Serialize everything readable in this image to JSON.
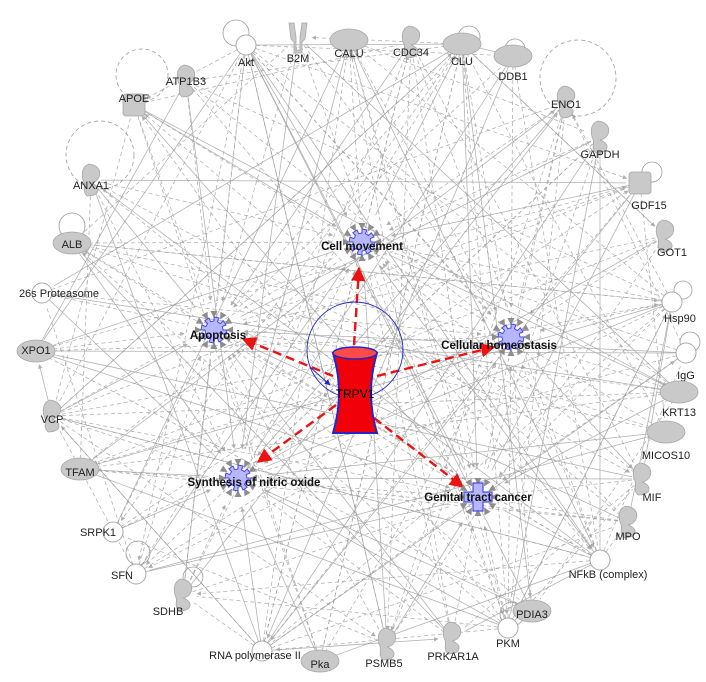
{
  "colors": {
    "node_fill": "#c9c9c9",
    "node_stroke": "#a8a8a8",
    "edge": "#9c9c9c",
    "center_fill": "#f2000a",
    "center_stroke": "#2626c8",
    "function_fill": "#b7b7ff",
    "function_stroke": "#4a4ae0",
    "highlight_edge": "#ee1111"
  },
  "center": {
    "label": "TRPV1"
  },
  "functions": [
    {
      "id": "cell-movement",
      "label": "Cell movement",
      "shape": "gear"
    },
    {
      "id": "apoptosis",
      "label": "Apoptosis",
      "shape": "gear"
    },
    {
      "id": "cellular-homeostasis",
      "label": "Cellular homeostasis",
      "shape": "gear"
    },
    {
      "id": "synthesis-of-nitric-oxide",
      "label": "Synthesis of nitric oxide",
      "shape": "gear"
    },
    {
      "id": "genital-tract-cancer",
      "label": "Genital tract cancer",
      "shape": "cross"
    }
  ],
  "molecules": [
    {
      "label": "Akt",
      "shape": "circle"
    },
    {
      "label": "B2M",
      "shape": "receptor"
    },
    {
      "label": "CALU",
      "shape": "ellipse"
    },
    {
      "label": "CDC34",
      "shape": "enzyme"
    },
    {
      "label": "CLU",
      "shape": "ellipse"
    },
    {
      "label": "DDB1",
      "shape": "ellipse"
    },
    {
      "label": "ENO1",
      "shape": "enzyme"
    },
    {
      "label": "GAPDH",
      "shape": "enzyme"
    },
    {
      "label": "GDF15",
      "shape": "square"
    },
    {
      "label": "GOT1",
      "shape": "enzyme"
    },
    {
      "label": "Hsp90",
      "shape": "circle"
    },
    {
      "label": "IgG",
      "shape": "circle"
    },
    {
      "label": "KRT13",
      "shape": "ellipse"
    },
    {
      "label": "MICOS10",
      "shape": "ellipse"
    },
    {
      "label": "MIF",
      "shape": "enzyme"
    },
    {
      "label": "MPO",
      "shape": "enzyme"
    },
    {
      "label": "NFkB (complex)",
      "shape": "circle"
    },
    {
      "label": "PDIA3",
      "shape": "ellipse"
    },
    {
      "label": "PKM",
      "shape": "circle"
    },
    {
      "label": "PRKAR1A",
      "shape": "enzyme"
    },
    {
      "label": "PSMB5",
      "shape": "enzyme"
    },
    {
      "label": "Pka",
      "shape": "ellipse"
    },
    {
      "label": "RNA polymerase II",
      "shape": "circle"
    },
    {
      "label": "SDHB",
      "shape": "enzyme"
    },
    {
      "label": "SFN",
      "shape": "circle"
    },
    {
      "label": "SRPK1",
      "shape": "circle"
    },
    {
      "label": "TFAM",
      "shape": "ellipse"
    },
    {
      "label": "VCP",
      "shape": "enzyme"
    },
    {
      "label": "XPO1",
      "shape": "ellipse"
    },
    {
      "label": "26s Proteasome",
      "shape": "circle"
    },
    {
      "label": "ALB",
      "shape": "ellipse"
    },
    {
      "label": "ANXA1",
      "shape": "enzyme"
    },
    {
      "label": "APOE",
      "shape": "square"
    },
    {
      "label": "ATP1B3",
      "shape": "enzyme"
    }
  ]
}
